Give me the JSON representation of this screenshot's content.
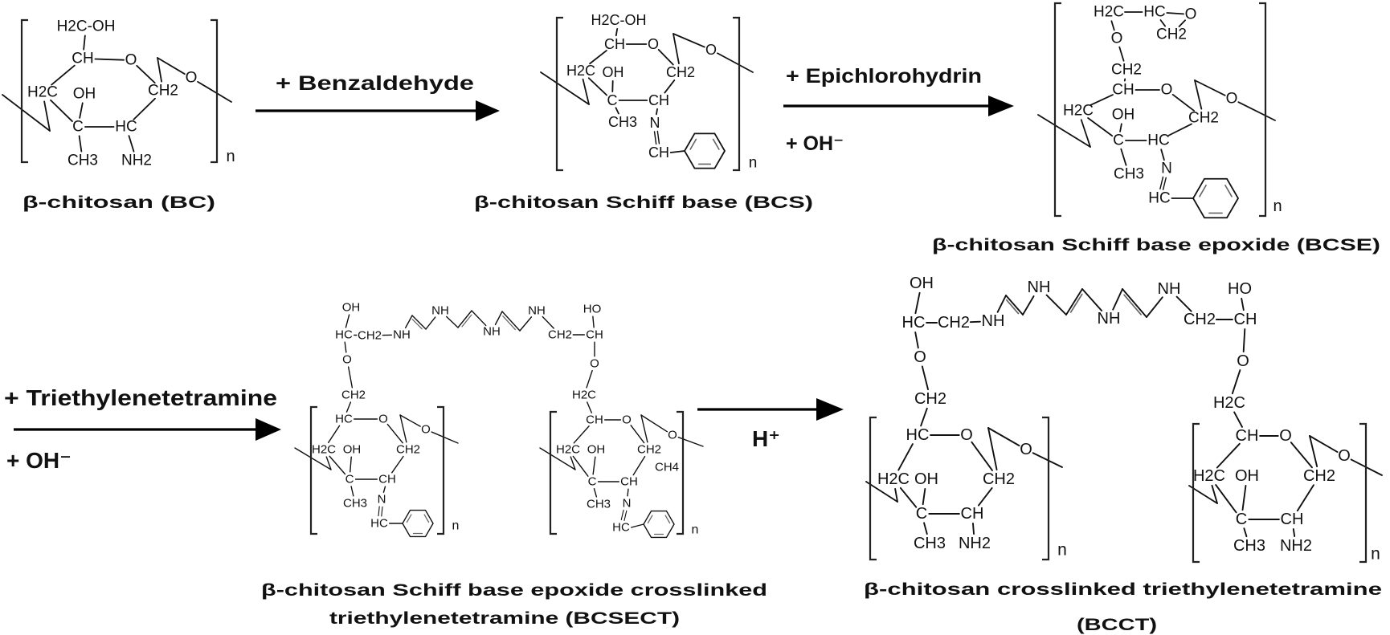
{
  "reagents": {
    "benzaldehyde": "+ Benzaldehyde",
    "epichlorohydrin": "+  Epichlorohydrin",
    "hydroxide_1": "+  OH⁻",
    "triethylenetetramine": "+ Triethylenetetramine",
    "hydroxide_2": "+ OH⁻",
    "acid": "H⁺"
  },
  "compounds": {
    "bc": {
      "label": "β-chitosan  (BC)",
      "repeat": "n",
      "atoms": {
        "top": "CH",
        "o": "O",
        "r": "CH2",
        "br": "HC",
        "bl": "C",
        "l": "H2C",
        "oh": "OH",
        "me": "CH3",
        "am": "NH2",
        "o2": "O",
        "sub": "H2C-OH"
      }
    },
    "bcs": {
      "label": "β-chitosan  Schiff  base  (BCS)",
      "repeat": "n",
      "atoms": {
        "top": "CH",
        "o": "O",
        "r": "CH2",
        "br": "CH",
        "bl": "C",
        "l": "H2C",
        "oh": "OH",
        "me": "CH3",
        "n": "N",
        "hc": "CH",
        "o2": "O",
        "sub": "H2C-OH"
      }
    },
    "bcse": {
      "label": "β-chitosan  Schiff  base  epoxide  (BCSE)",
      "repeat": "n",
      "atoms": {
        "top": "CH",
        "o": "O",
        "r": "CH2",
        "br": "HC",
        "bl": "C",
        "l": "H2C",
        "oh": "OH",
        "me": "CH3",
        "n": "N",
        "hc": "HC",
        "o2": "O",
        "c1": "CH2",
        "c2": "O",
        "c3": "H2C",
        "c4": "HC",
        "c5": "O",
        "c6": "CH2"
      }
    },
    "bcsect": {
      "label_line1": "β-chitosan  Schiff  base  epoxide  crosslinked",
      "label_line2": "triethylenetetramine  (BCSECT)",
      "repeat": "n",
      "atoms": {
        "a_top": "HC",
        "a_o": "O",
        "a_r": "CH2",
        "a_br": "CH",
        "a_bl": "C",
        "a_l": "H2C",
        "a_oh": "OH",
        "a_me": "CH3",
        "a_n": "N",
        "a_hc": "HC",
        "a_o2": "O",
        "b_top": "CH",
        "b_o": "O",
        "b_r": "CH2",
        "b_br": "CH",
        "b_bl": "C",
        "b_l": "H2C",
        "b_oh": "OH",
        "b_me": "CH3",
        "b_n": "N",
        "b_hc": "HC",
        "b_o2": "O",
        "b_ch4": "CH4",
        "oh": "OH",
        "hc": "HC",
        "ch2a": "CH2",
        "nh1": "NH",
        "nh2": "NH",
        "nh3": "NH",
        "nh4": "NH",
        "ch2b": "CH2",
        "ch": "CH",
        "ho": "HO",
        "o1": "O",
        "ch2c": "CH2",
        "o2c": "O",
        "h2c": "H2C"
      }
    },
    "bcct": {
      "label_line1": "β-chitosan  crosslinked  triethylenetetramine",
      "label_line2": "(BCCT)",
      "repeat": "n",
      "atoms": {
        "a_top": "HC",
        "a_o": "O",
        "a_r": "CH2",
        "a_br": "CH",
        "a_bl": "C",
        "a_l": "H2C",
        "a_oh": "OH",
        "a_me": "CH3",
        "a_am": "NH2",
        "a_o2": "O",
        "b_top": "CH",
        "b_o": "O",
        "b_r": "CH2",
        "b_br": "CH",
        "b_bl": "C",
        "b_l": "H2C",
        "b_oh": "OH",
        "b_me": "CH3",
        "b_am": "NH2",
        "b_o2": "O",
        "oh": "OH",
        "hc": "HC",
        "ch2a": "CH2",
        "nh1": "NH",
        "nh2": "NH",
        "nh3": "NH",
        "nh4": "NH",
        "ch2b": "CH2",
        "ch": "CH",
        "ho": "HO",
        "o1": "O",
        "ch2c": "CH2",
        "o2c": "O",
        "h2c": "H2C"
      }
    }
  }
}
